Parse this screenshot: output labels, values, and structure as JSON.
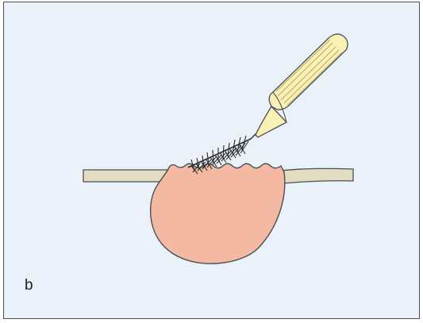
{
  "figure": {
    "panel_label": "b",
    "colors": {
      "background": "#ebf1f9",
      "border": "#4b5057",
      "tissue_strip": "#e2dcc0",
      "lesion": "#f4b9a3",
      "brush_handle": "#f8f0b4",
      "bristles": "#2a2a2a"
    },
    "icons": [
      "skin-surface",
      "lesion-pocket",
      "brush-head",
      "brush-handle"
    ]
  }
}
